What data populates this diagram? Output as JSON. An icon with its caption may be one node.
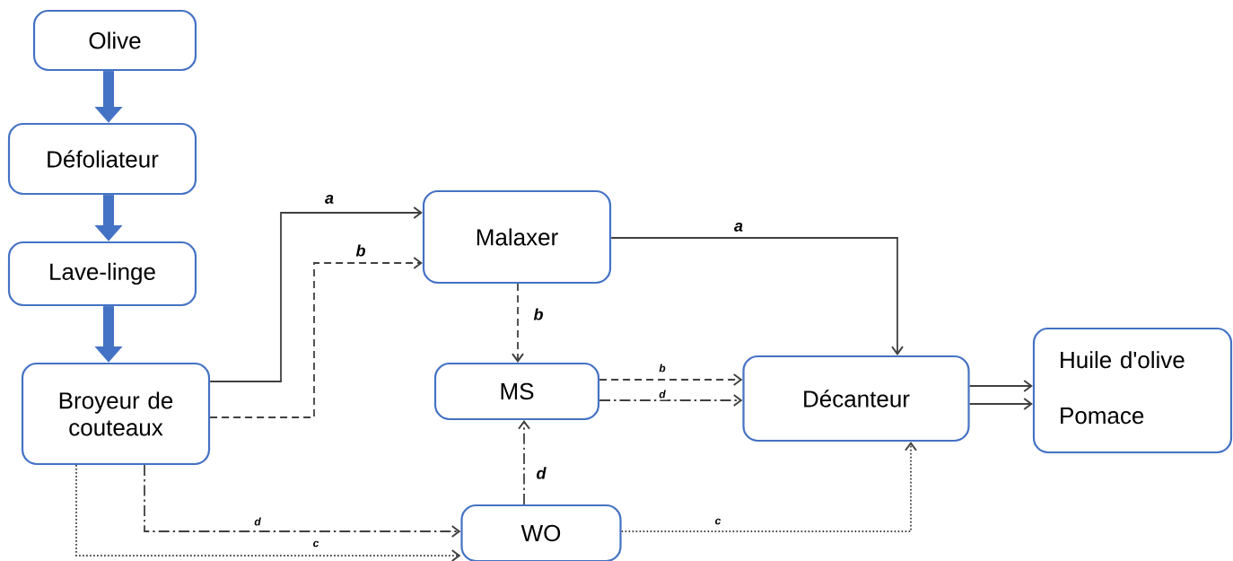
{
  "diagram": {
    "nodes": [
      {
        "text": [
          "Olive"
        ]
      },
      {
        "text": [
          "Défoliateur"
        ]
      },
      {
        "text": [
          "Lave-linge"
        ]
      },
      {
        "text": [
          "Broyeur de couteaux"
        ]
      },
      {
        "text": [
          "Malaxer"
        ]
      },
      {
        "text": [
          "MS"
        ]
      },
      {
        "text": [
          "Décanteur"
        ]
      },
      {
        "text": [
          "WO"
        ]
      },
      {
        "text": [
          "Huile d'olive",
          "Pomace"
        ]
      }
    ],
    "edges": [
      {
        "from": 0,
        "to": 1,
        "arrow": "to",
        "style": "thick",
        "color": "#4472c4"
      },
      {
        "from": 1,
        "to": 2,
        "arrow": "to",
        "style": "thick",
        "color": "#4472c4"
      },
      {
        "from": 2,
        "to": 3,
        "arrow": "to",
        "style": "thick",
        "color": "#4472c4"
      },
      {
        "from": 3,
        "to": 4,
        "arrow": "to",
        "label": "a"
      },
      {
        "from": 3,
        "to": 4,
        "arrow": "to",
        "label": "b",
        "style": "dashed"
      },
      {
        "from": 4,
        "to": 6,
        "arrow": "to",
        "label": "a"
      },
      {
        "from": 4,
        "to": 5,
        "arrow": "to",
        "label": "b",
        "style": "dashed"
      },
      {
        "from": 5,
        "to": 6,
        "arrow": "to",
        "label": "b",
        "style": "dashed"
      },
      {
        "from": 5,
        "to": 6,
        "arrow": "to",
        "label": "d",
        "style": "dashed"
      },
      {
        "from": 7,
        "to": 5,
        "arrow": "to",
        "label": "d",
        "style": "dashed"
      },
      {
        "from": 3,
        "to": 7,
        "arrow": "to",
        "label": "d",
        "style": "dashed"
      },
      {
        "from": 3,
        "to": 7,
        "arrow": "to",
        "label": "c",
        "style": "dashed"
      },
      {
        "from": 7,
        "to": 6,
        "arrow": "to",
        "label": "c",
        "style": "dashed"
      },
      {
        "from": 6,
        "to": 8,
        "arrow": "to"
      },
      {
        "from": 6,
        "to": 8,
        "arrow": "to"
      }
    ]
  }
}
